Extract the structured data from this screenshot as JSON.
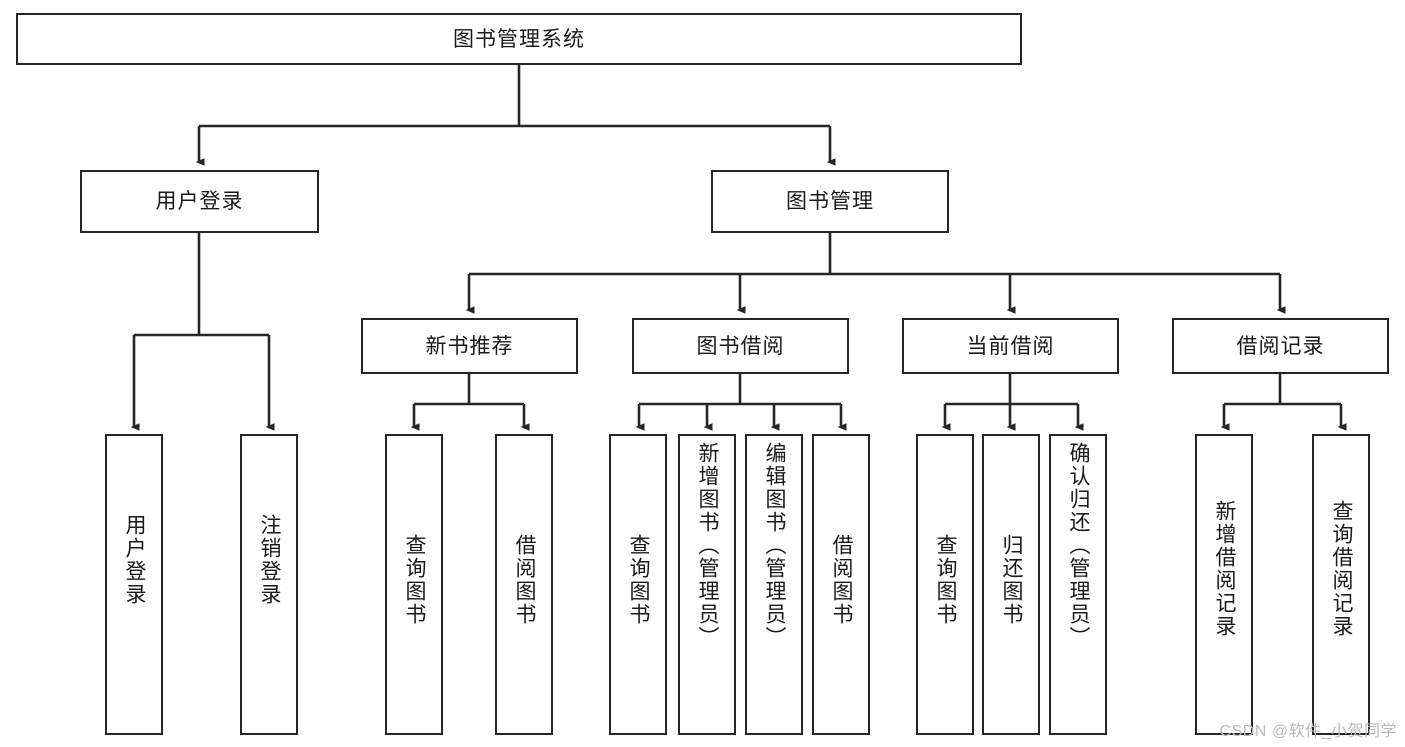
{
  "diagram": {
    "type": "tree-hierarchy-chart",
    "title": "图书管理系统",
    "root": {
      "label": "图书管理系统"
    },
    "level2": [
      {
        "id": "user-login",
        "label": "用户登录"
      },
      {
        "id": "book-manage",
        "label": "图书管理"
      }
    ],
    "level3": [
      {
        "id": "new-book-recommend",
        "label": "新书推荐",
        "parent": "book-manage"
      },
      {
        "id": "book-borrow",
        "label": "图书借阅",
        "parent": "book-manage"
      },
      {
        "id": "current-borrow",
        "label": "当前借阅",
        "parent": "book-manage"
      },
      {
        "id": "borrow-record",
        "label": "借阅记录",
        "parent": "book-manage"
      }
    ],
    "leaves": {
      "user_login": [
        {
          "id": "leaf-user-login",
          "label": "用户登录"
        },
        {
          "id": "leaf-logout",
          "label": "注销登录"
        }
      ],
      "new_book_recommend": [
        {
          "id": "leaf-query-book-1",
          "label": "查询图书"
        },
        {
          "id": "leaf-borrow-book-1",
          "label": "借阅图书"
        }
      ],
      "book_borrow": [
        {
          "id": "leaf-query-book-2",
          "label": "查询图书"
        },
        {
          "id": "leaf-add-book",
          "label": "新增图书（管理员）"
        },
        {
          "id": "leaf-edit-book",
          "label": "编辑图书（管理员）"
        },
        {
          "id": "leaf-borrow-book-2",
          "label": "借阅图书"
        }
      ],
      "current_borrow": [
        {
          "id": "leaf-query-book-3",
          "label": "查询图书"
        },
        {
          "id": "leaf-return-book",
          "label": "归还图书"
        },
        {
          "id": "leaf-confirm-return",
          "label": "确认归还（管理员）"
        }
      ],
      "borrow_record": [
        {
          "id": "leaf-add-record",
          "label": "新增借阅记录"
        },
        {
          "id": "leaf-query-record",
          "label": "查询借阅记录"
        }
      ]
    }
  },
  "watermark": {
    "text": "CSDN @软件_小贺同学"
  },
  "colors": {
    "border": "#262626",
    "background": "#ffffff",
    "text": "#1a1a1a",
    "watermark": "#b9b9b9"
  }
}
